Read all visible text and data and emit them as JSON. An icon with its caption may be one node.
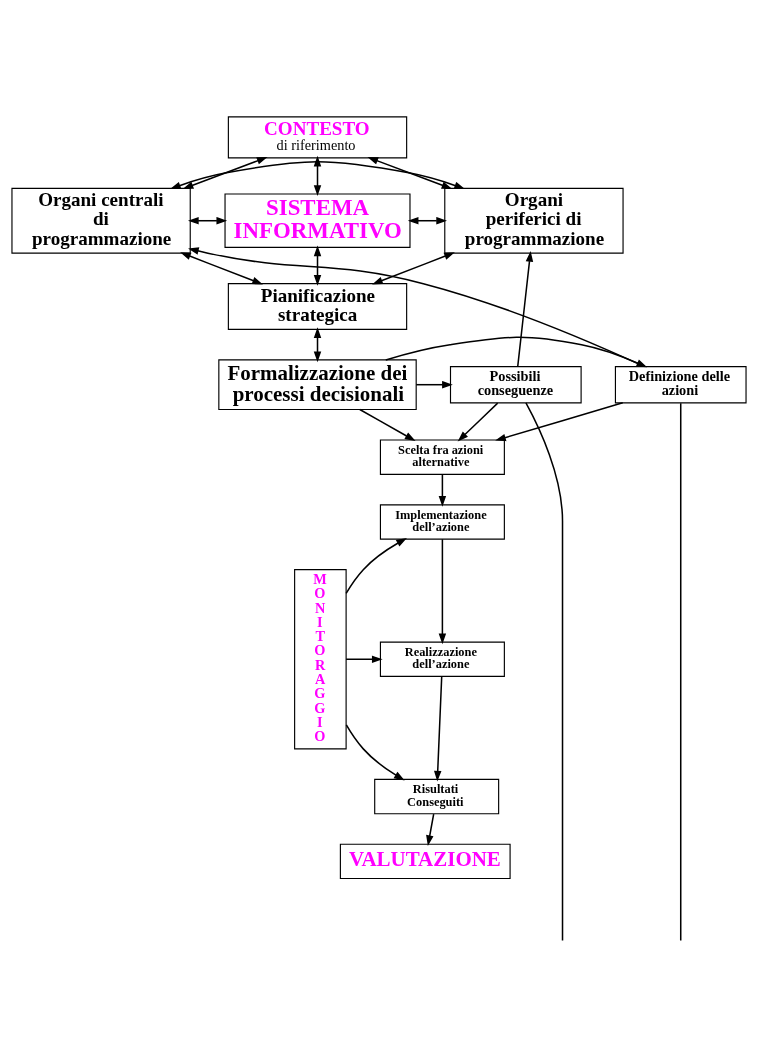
{
  "diagram": {
    "nodes": [
      {
        "text": [
          "CONTESTO",
          "di riferimento"
        ]
      },
      {
        "text": [
          "SISTEMA INFORMATIVO"
        ]
      },
      {
        "text": [
          "Organi centrali di programmazione"
        ]
      },
      {
        "text": [
          "Organi periferici di programmazione"
        ]
      },
      {
        "text": [
          "Pianificazione strategica"
        ]
      },
      {
        "text": [
          "Formalizzazione dei processi decisionali"
        ]
      },
      {
        "text": [
          "Definizione delle azioni"
        ]
      },
      {
        "text": [
          "Possibili conseguenze"
        ]
      },
      {
        "text": [
          "Scelta fra azioni alternative"
        ]
      },
      {
        "text": [
          "Implementazione dell’azione"
        ]
      },
      {
        "text": [
          "MONITORAGGIO"
        ]
      },
      {
        "text": [
          "Realizzazione dell’azione"
        ]
      },
      {
        "text": [
          "Risultati Conseguiti"
        ]
      },
      {
        "text": [
          "VALUTAZIONE"
        ]
      }
    ],
    "edges": [
      {
        "from": 0,
        "to": 1,
        "arrow": "both"
      },
      {
        "from": 0,
        "to": 2,
        "arrow": "both"
      },
      {
        "from": 0,
        "to": 3,
        "arrow": "both"
      },
      {
        "from": 2,
        "to": 1,
        "arrow": "both"
      },
      {
        "from": 1,
        "to": 3,
        "arrow": "both"
      },
      {
        "from": 2,
        "to": 3,
        "arrow": "both"
      },
      {
        "from": 1,
        "to": 4,
        "arrow": "both"
      },
      {
        "from": 2,
        "to": 4,
        "arrow": "both"
      },
      {
        "from": 3,
        "to": 4,
        "arrow": "both"
      },
      {
        "from": 4,
        "to": 5,
        "arrow": "both"
      },
      {
        "from": 5,
        "to": 6,
        "arrow": "to"
      },
      {
        "from": 5,
        "to": 7,
        "arrow": "to"
      },
      {
        "from": 6,
        "to": 2,
        "arrow": "to"
      },
      {
        "from": 7,
        "to": 3,
        "arrow": "to"
      },
      {
        "from": 5,
        "to": 8,
        "arrow": "to"
      },
      {
        "from": 6,
        "to": 8,
        "arrow": "to"
      },
      {
        "from": 7,
        "to": 8,
        "arrow": "to"
      },
      {
        "from": 8,
        "to": 9,
        "arrow": "to"
      },
      {
        "from": 10,
        "to": 9,
        "arrow": "to"
      },
      {
        "from": 9,
        "to": 11,
        "arrow": "to"
      },
      {
        "from": 10,
        "to": 11,
        "arrow": "to"
      },
      {
        "from": 11,
        "to": 12,
        "arrow": "to"
      },
      {
        "from": 10,
        "to": 12,
        "arrow": "to"
      },
      {
        "from": 12,
        "to": 13,
        "arrow": "to"
      },
      {
        "from": 6,
        "to": null,
        "arrow": "none"
      },
      {
        "from": 7,
        "to": null,
        "arrow": "none"
      }
    ]
  }
}
